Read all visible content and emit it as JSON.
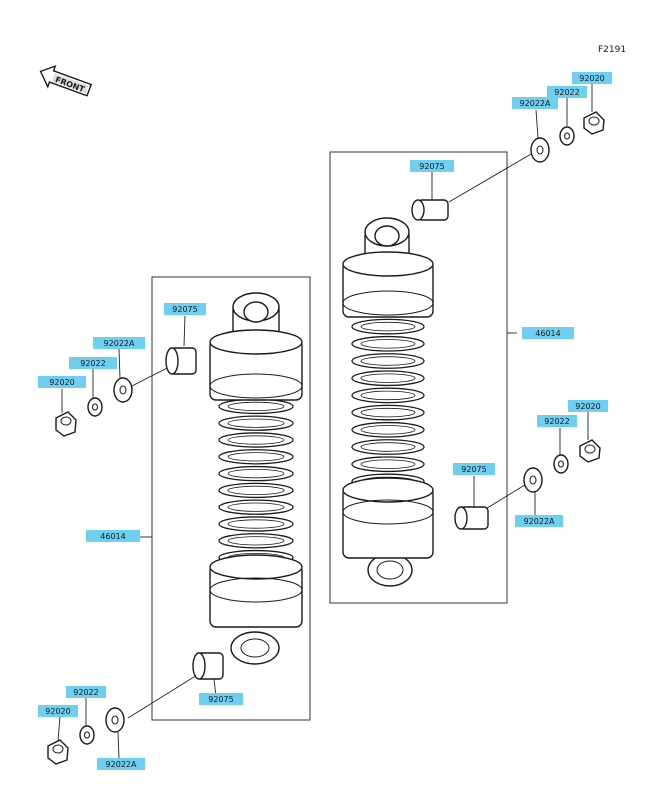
{
  "figure_code": "F2191",
  "front_badge": "FRONT",
  "colors": {
    "label_fill": "#6ecff0",
    "line": "#1a1a1a",
    "background": "#ffffff"
  },
  "labels": {
    "top_right_92020": "92020",
    "top_right_92022": "92022",
    "top_right_92022A": "92022A",
    "top_right_92075": "92075",
    "right_46014": "46014",
    "right_mid_92020": "92020",
    "right_mid_92022": "92022",
    "right_mid_92075": "92075",
    "right_mid_92022A": "92022A",
    "left_92075": "92075",
    "left_92022A": "92022A",
    "left_92022": "92022",
    "left_92020": "92020",
    "left_46014": "46014",
    "bottom_92075": "92075",
    "bottom_92022": "92022",
    "bottom_92020": "92020",
    "bottom_92022A": "92022A"
  }
}
